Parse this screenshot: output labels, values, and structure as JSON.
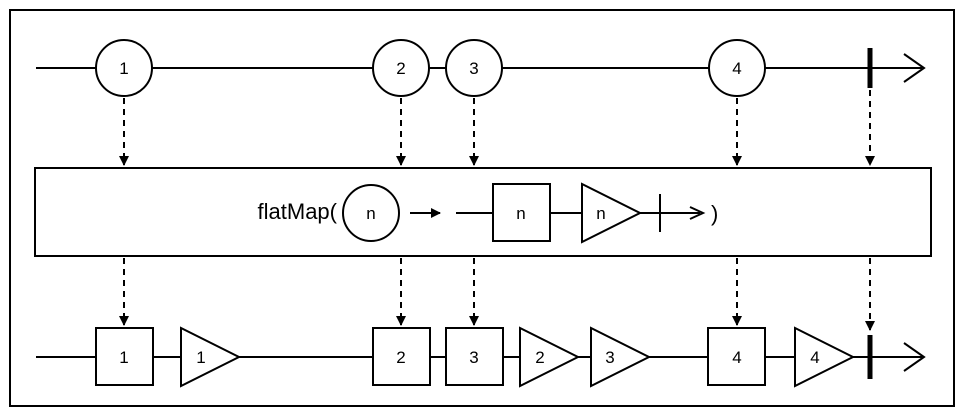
{
  "input_stream": {
    "items": [
      {
        "label": "1"
      },
      {
        "label": "2"
      },
      {
        "label": "3"
      },
      {
        "label": "4"
      }
    ]
  },
  "operator": {
    "prefix": "flatMap(",
    "input_label": "n",
    "square_label": "n",
    "triangle_label": "n",
    "suffix": ")"
  },
  "output_stream": {
    "squares": [
      "1",
      "2",
      "3",
      "4"
    ],
    "triangles": [
      "1",
      "2",
      "3",
      "4"
    ]
  }
}
